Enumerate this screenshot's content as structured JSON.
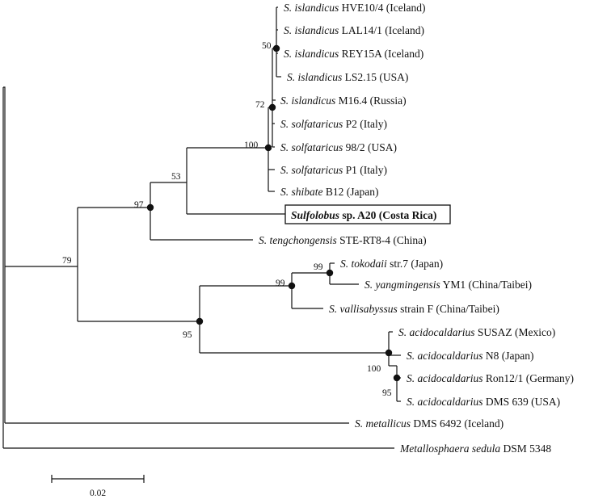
{
  "taxa": {
    "hve": {
      "genus": "S. islandicus",
      "rest": "HVE10/4 (Iceland)"
    },
    "lal": {
      "genus": "S. islandicus",
      "rest": "LAL14/1 (Iceland)"
    },
    "rey": {
      "genus": "S. islandicus",
      "rest": "REY15A (Iceland)"
    },
    "ls": {
      "genus": "S. islandicus",
      "rest": "LS2.15 (USA)"
    },
    "m16": {
      "genus": "S. islandicus",
      "rest": "M16.4 (Russia)"
    },
    "p2": {
      "genus": "S. solfataricus",
      "rest": "P2 (Italy)"
    },
    "s98": {
      "genus": "S. solfataricus",
      "rest": "98/2 (USA)"
    },
    "p1": {
      "genus": "S. solfataricus",
      "rest": "P1 (Italy)"
    },
    "shib": {
      "genus": "S. shibate",
      "rest": "B12 (Japan)"
    },
    "a20": {
      "genus": "Sulfolobus",
      "rest": "sp. A20 (Costa Rica)"
    },
    "teng": {
      "genus": "S. tengchongensis",
      "rest": "STE-RT8-4 (China)"
    },
    "toko": {
      "genus": "S. tokodaii",
      "rest": "str.7 (Japan)"
    },
    "yang": {
      "genus": "S. yangmingensis",
      "rest": "YM1 (China/Taibei)"
    },
    "vall": {
      "genus": "S. vallisabyssus",
      "rest": "strain F (China/Taibei)"
    },
    "susaz": {
      "genus": "S. acidocaldarius",
      "rest": "SUSAZ (Mexico)"
    },
    "n8": {
      "genus": "S. acidocaldarius",
      "rest": "N8 (Japan)"
    },
    "ron": {
      "genus": "S. acidocaldarius",
      "rest": "Ron12/1 (Germany)"
    },
    "dms639": {
      "genus": "S. acidocaldarius",
      "rest": "DMS 639 (USA)"
    },
    "metal": {
      "genus": "S. metallicus",
      "rest": "DMS 6492 (Iceland)"
    },
    "sedula": {
      "genus": "Metallosphaera sedula",
      "rest": "DSM 5348"
    }
  },
  "bootstrap": {
    "b50": "50",
    "b72": "72",
    "b100a": "100",
    "b53": "53",
    "b97": "97",
    "b79": "79",
    "b99a": "99",
    "b99b": "99",
    "b95a": "95",
    "b100b": "100",
    "b95b": "95"
  },
  "scale_bar": {
    "label": "0.02",
    "value": 0.02
  },
  "highlighted_taxon": "Sulfolobus sp. A20 (Costa Rica)"
}
